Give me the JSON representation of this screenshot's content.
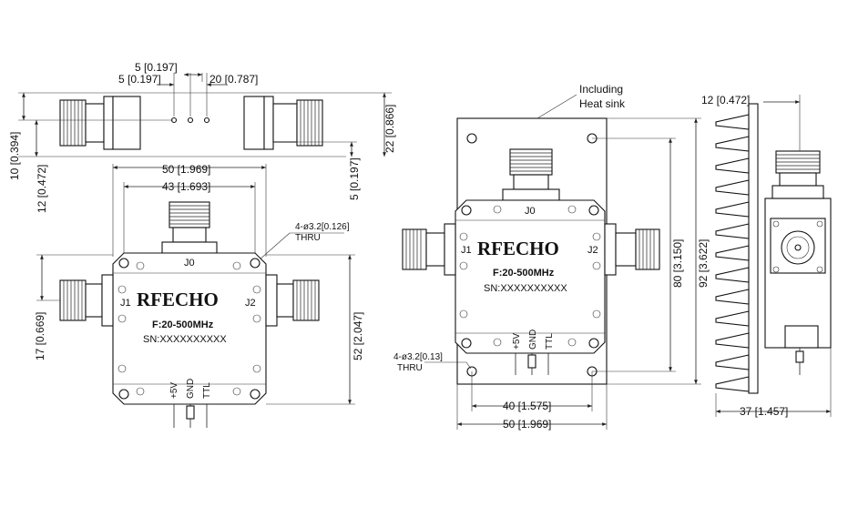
{
  "side_view": {
    "dims": {
      "d5a": "5 [0.197]",
      "d5b": "5 [0.197]",
      "d20": "20 [0.787]",
      "d22": "22 [0.866]",
      "d10": "10 [0.394]",
      "d12": "12 [0.472]",
      "d5c": "5 [0.197]"
    }
  },
  "top_view": {
    "brand": "RFECHO",
    "model": "F:20-500MHz",
    "serial": "SN:XXXXXXXXXX",
    "port_j0": "J0",
    "port_j1": "J1",
    "port_j2": "J2",
    "pin_5v": "+5V",
    "pin_gnd": "GND",
    "pin_ttl": "TTL",
    "hole_note_1": "4-ø3.2[0.126]",
    "hole_note_2": "THRU",
    "dims": {
      "d50": "50 [1.969]",
      "d43": "43 [1.693]",
      "d17": "17 [0.669]",
      "d52": "52 [2.047]"
    }
  },
  "heatsink_view": {
    "note_1": "Including",
    "note_2": "Heat sink",
    "brand": "RFECHO",
    "model": "F:20-500MHz",
    "serial": "SN:XXXXXXXXXX",
    "port_j0": "J0",
    "port_j1": "J1",
    "port_j2": "J2",
    "pin_5v": "+5V",
    "pin_gnd": "GND",
    "pin_ttl": "TTL",
    "hole_note_1": "4-ø3.2[0.13]",
    "hole_note_2": "THRU",
    "dims": {
      "d80": "80 [3.150]",
      "d92": "92 [3.622]",
      "d40": "40 [1.575]",
      "d50": "50 [1.969]"
    }
  },
  "end_view": {
    "dims": {
      "d12": "12 [0.472]",
      "d37": "37 [1.457]"
    }
  }
}
